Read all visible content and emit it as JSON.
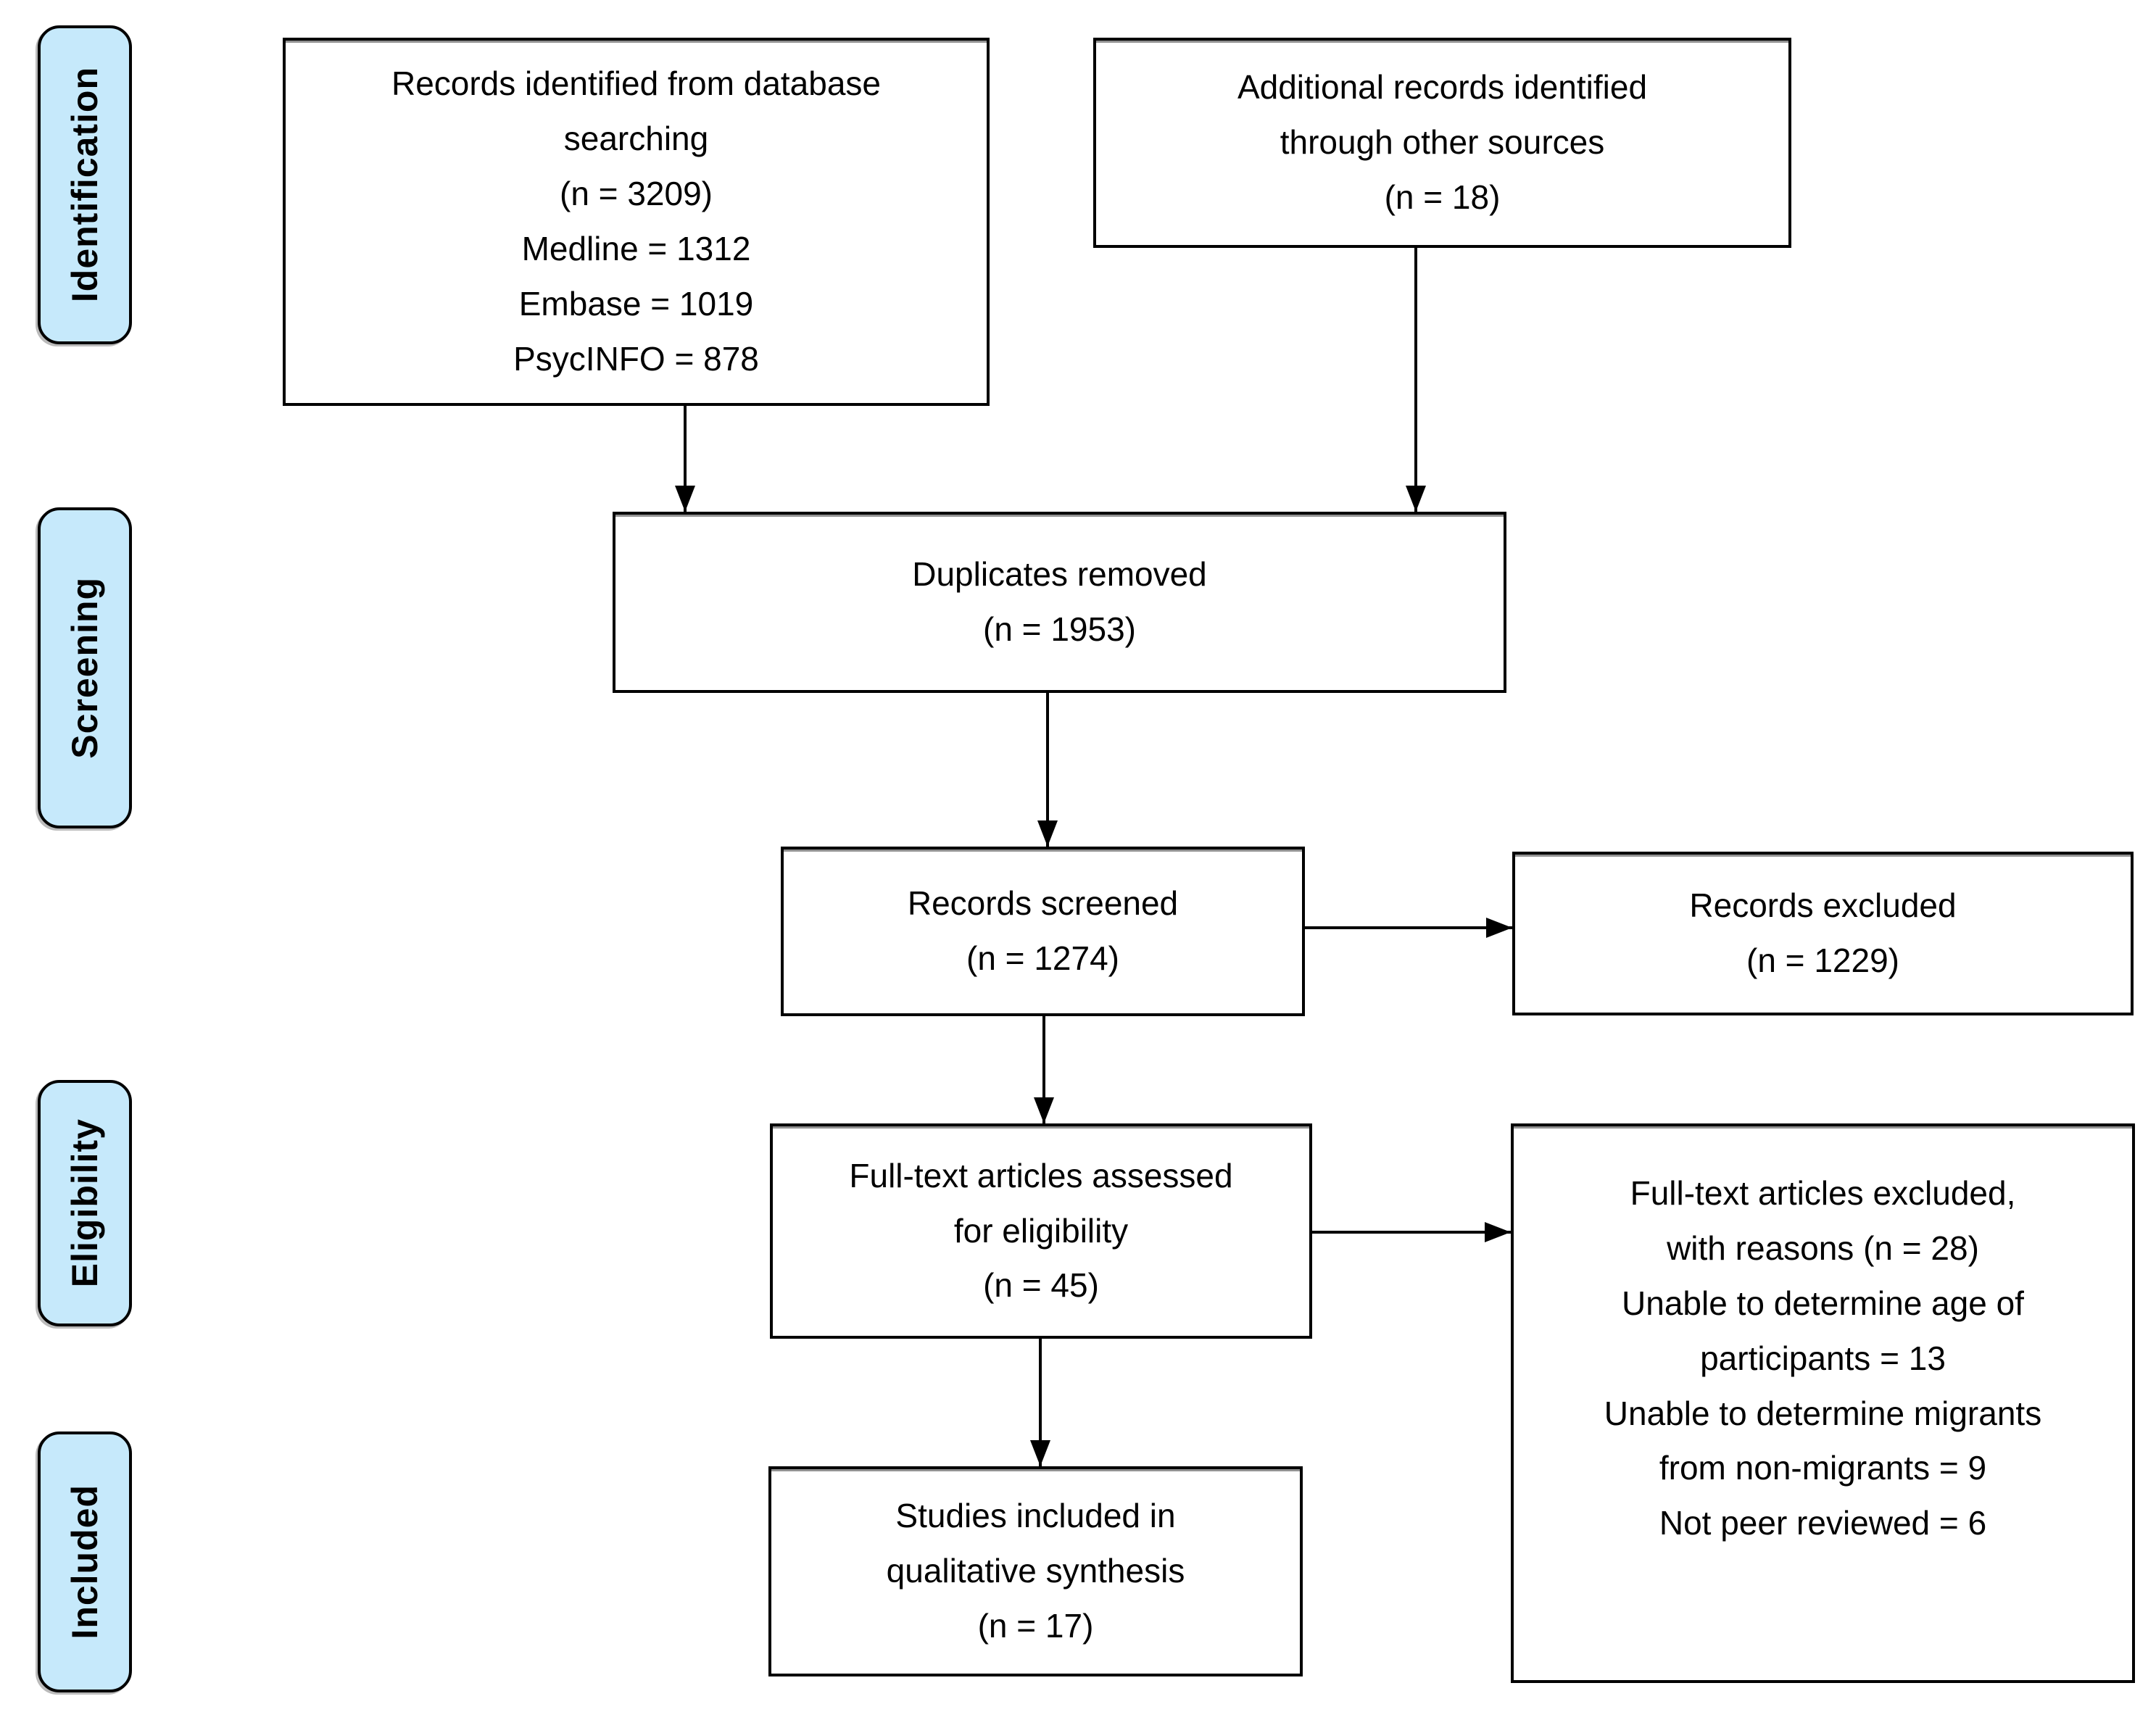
{
  "diagram": {
    "type": "prisma-flow-diagram",
    "stages": [
      {
        "id": "identification",
        "label": "Identification"
      },
      {
        "id": "screening",
        "label": "Screening"
      },
      {
        "id": "eligibility",
        "label": "Eligibility"
      },
      {
        "id": "included",
        "label": "Included"
      }
    ],
    "boxes": {
      "records_identified": {
        "lines": [
          "Records identified from database",
          "searching",
          "(n = 3209)",
          "Medline = 1312",
          "Embase = 1019",
          "PsycINFO = 878"
        ]
      },
      "additional_records": {
        "lines": [
          "Additional records identified",
          "through other sources",
          "(n = 18)"
        ]
      },
      "duplicates_removed": {
        "lines": [
          "Duplicates removed",
          "(n = 1953)"
        ]
      },
      "records_screened": {
        "lines": [
          "Records screened",
          "(n = 1274)"
        ]
      },
      "records_excluded": {
        "lines": [
          "Records excluded",
          "(n = 1229)"
        ]
      },
      "fulltext_assessed": {
        "lines": [
          "Full-text articles assessed",
          "for eligibility",
          "(n = 45)"
        ]
      },
      "fulltext_excluded": {
        "lines": [
          "Full-text articles excluded,",
          "with reasons (n = 28)",
          "Unable to determine age of",
          "participants = 13",
          "Unable to determine migrants",
          "from non-migrants = 9",
          "Not peer reviewed = 6"
        ]
      },
      "studies_included": {
        "lines": [
          "Studies included in",
          "qualitative synthesis",
          "(n = 17)"
        ]
      }
    },
    "colors": {
      "stage_fill": "#c6e9fb",
      "stage_border": "#000000",
      "box_fill": "#ffffff",
      "box_border": "#000000",
      "arrow": "#000000",
      "text": "#000000",
      "background": "#ffffff"
    }
  }
}
